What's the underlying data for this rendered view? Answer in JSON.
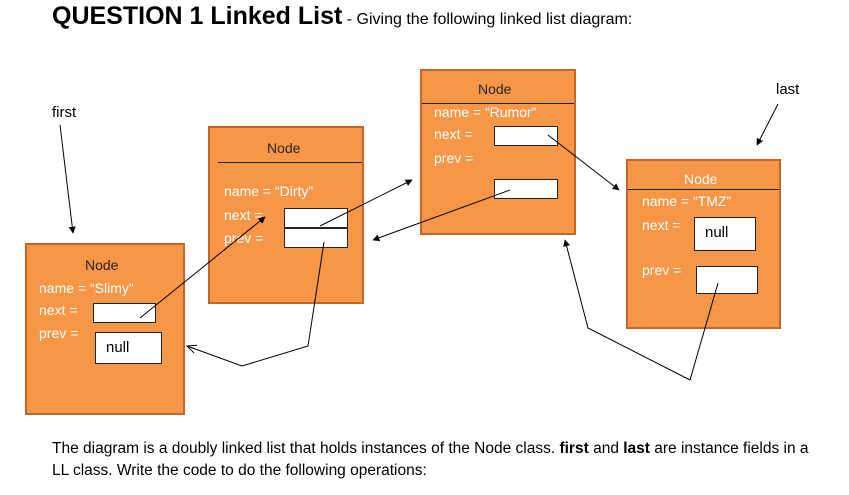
{
  "title": {
    "bold": "QUESTION 1 Linked List",
    "rest": " - Giving the following linked list diagram:"
  },
  "labels": {
    "first": "first",
    "last": "last"
  },
  "nodes": {
    "slimy": {
      "header": "Node",
      "name": "name = “Slimy”",
      "next": "next =",
      "prev": "prev =",
      "prev_value": "null"
    },
    "dirty": {
      "header": "Node",
      "name": "name = “Dirty”",
      "next": "next =",
      "prev": "prev ="
    },
    "rumor": {
      "header": "Node",
      "name": "name = “Rumor”",
      "next": "next =",
      "prev": "prev ="
    },
    "tmz": {
      "header": "Node",
      "name": "name = “TMZ”",
      "next": "next =",
      "next_value": "null",
      "prev": "prev ="
    }
  },
  "footer": {
    "p1": "The diagram is a doubly linked list that holds instances of the Node class. ",
    "b1": "first",
    "p2": " and ",
    "b2": "last",
    "p3": " are instance fields in a LL class.  Write the code to do the following operations:"
  }
}
